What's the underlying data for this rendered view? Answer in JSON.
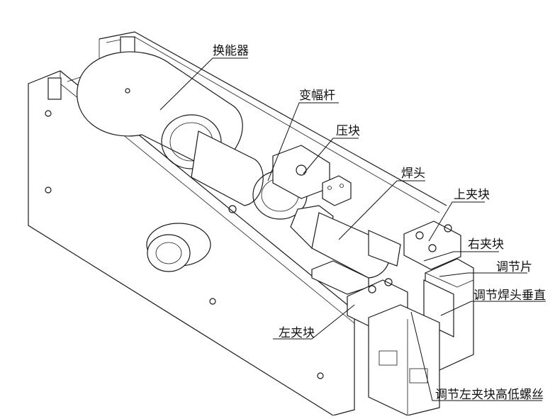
{
  "labels": {
    "transducer": "换能器",
    "horn": "变幅杆",
    "press_block": "压块",
    "weld_head": "焊头",
    "upper_clamp": "上夹块",
    "right_clamp": "右夹块",
    "adjust_plate": "调节片",
    "adjust_head_vertical": "调节焊头垂直",
    "left_clamp": "左夹块",
    "adjust_left_clamp_screw": "调节左夹块高低螺丝"
  }
}
